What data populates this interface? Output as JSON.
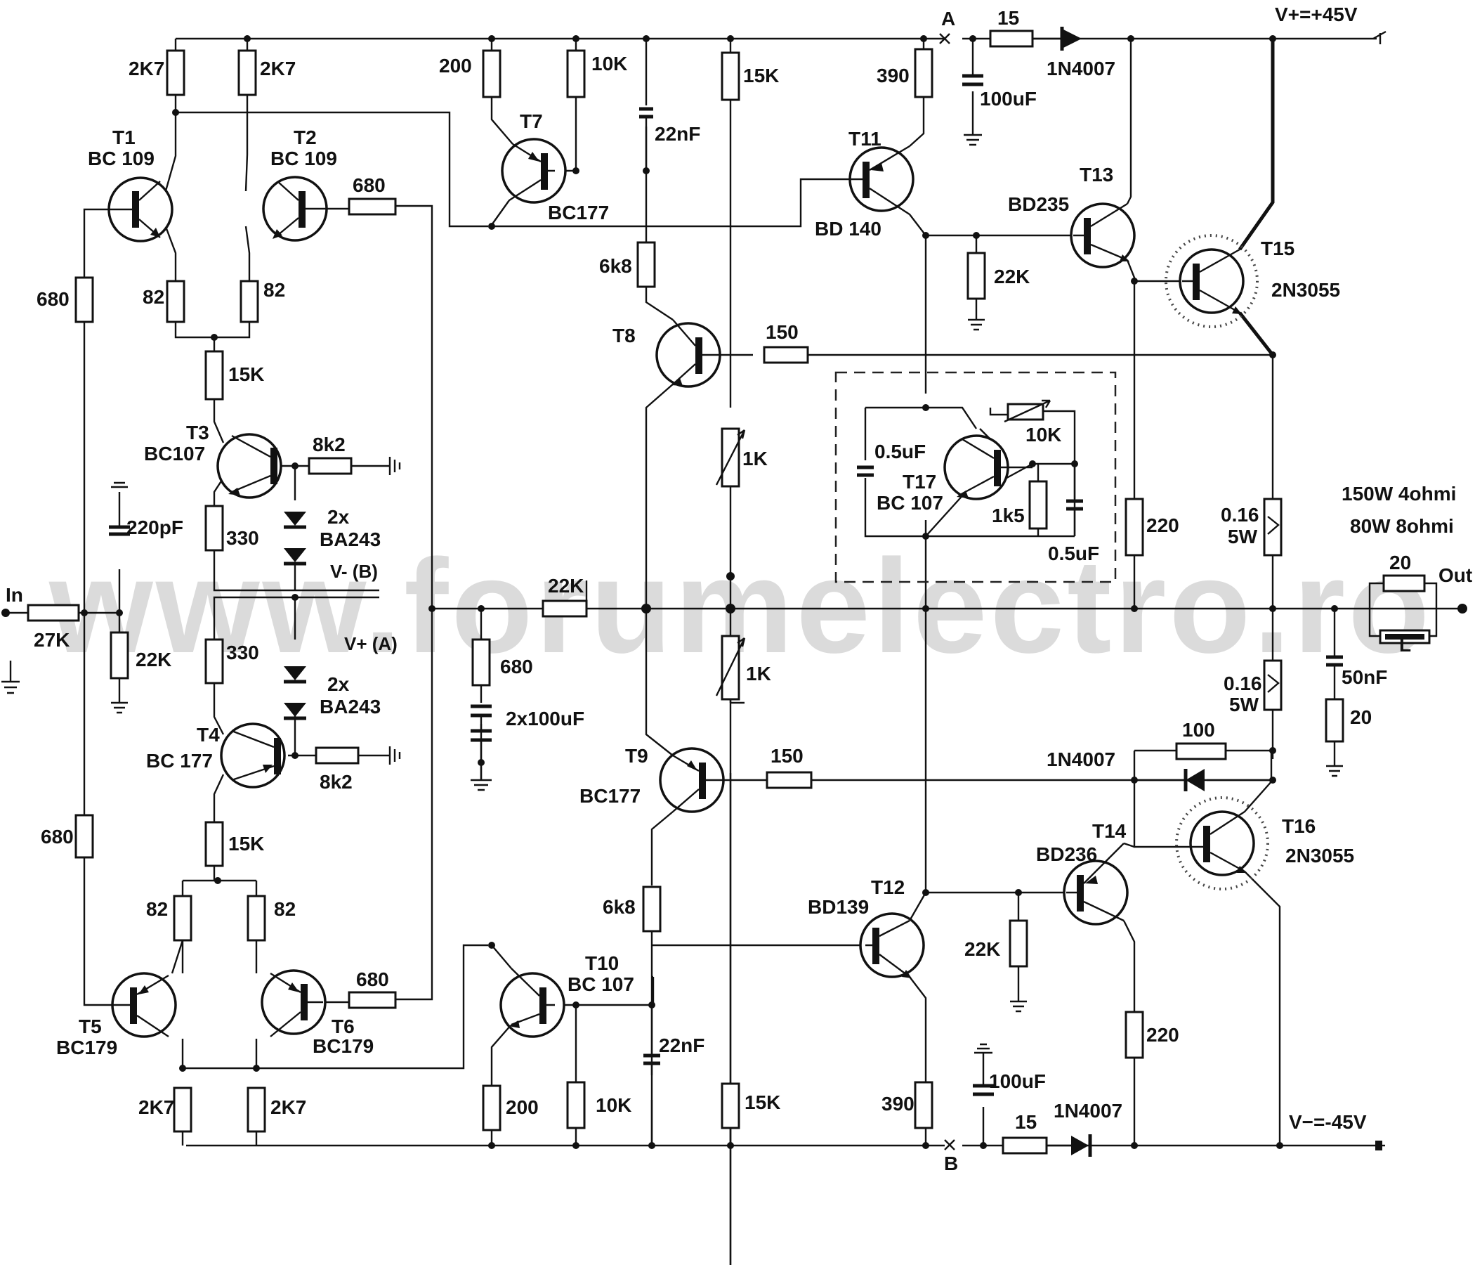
{
  "watermark": "www.forumelectro.ro",
  "rails": {
    "positive": "V+=+45V",
    "negative": "V−=-45V",
    "point_a": "A",
    "point_b": "B",
    "vminus_b": "V- (B)",
    "vplus_a": "V+ (A)"
  },
  "io": {
    "input": "In",
    "output": "Out",
    "power_line1": "150W 4ohmi",
    "power_line2": "80W 8ohmi"
  },
  "transistors": [
    {
      "ref": "T1",
      "part": "BC 109"
    },
    {
      "ref": "T2",
      "part": "BC 109"
    },
    {
      "ref": "T3",
      "part": "BC107"
    },
    {
      "ref": "T4",
      "part": "BC 177"
    },
    {
      "ref": "T5",
      "part": "BC179"
    },
    {
      "ref": "T6",
      "part": "BC179"
    },
    {
      "ref": "T7",
      "part": "BC177"
    },
    {
      "ref": "T8",
      "part": ""
    },
    {
      "ref": "T9",
      "part": "BC177"
    },
    {
      "ref": "T10",
      "part": "BC 107"
    },
    {
      "ref": "T11",
      "part": "BD 140"
    },
    {
      "ref": "T12",
      "part": "BD139"
    },
    {
      "ref": "T13",
      "part": "BD235"
    },
    {
      "ref": "T14",
      "part": "BD236"
    },
    {
      "ref": "T15",
      "part": "2N3055"
    },
    {
      "ref": "T16",
      "part": "2N3055"
    },
    {
      "ref": "T17",
      "part": "BC 107"
    }
  ],
  "component_values": {
    "r_2k7_a": "2K7",
    "r_2k7_b": "2K7",
    "r_2k7_c": "2K7",
    "r_2k7_d": "2K7",
    "r_680_a": "680",
    "r_680_b": "680",
    "r_680_c": "680",
    "r_680_d": "680",
    "r_680_e": "680",
    "r_82_a": "82",
    "r_82_b": "82",
    "r_82_c": "82",
    "r_82_d": "82",
    "r_15k_a": "15K",
    "r_15k_b": "15K",
    "r_15k_c": "15K",
    "r_15k_d": "15K",
    "r_8k2_a": "8k2",
    "r_8k2_b": "8k2",
    "r_330_a": "330",
    "r_330_b": "330",
    "d_ba243_count_a": "2x",
    "d_ba243_a": "BA243",
    "d_ba243_count_b": "2x",
    "d_ba243_b": "BA243",
    "c_220pf": "220pF",
    "r_27k": "27K",
    "r_22k_in": "22K",
    "r_22k_fb": "22K",
    "c_2x100uf": "2x100uF",
    "r_200_a": "200",
    "r_200_b": "200",
    "r_10k_a": "10K",
    "r_10k_b": "10K",
    "c_22nf_a": "22nF",
    "c_22nf_b": "22nF",
    "r_6k8_a": "6k8",
    "r_6k8_b": "6k8",
    "pot_1k_a": "1K",
    "pot_1k_b": "1K",
    "r_150_a": "150",
    "r_150_b": "150",
    "r_390_a": "390",
    "r_390_b": "390",
    "r_15_a": "15",
    "r_15_b": "15",
    "c_100uf_a": "100uF",
    "c_100uf_b": "100uF",
    "d_1n4007_a": "1N4007",
    "d_1n4007_b": "1N4007",
    "d_1n4007_c": "1N4007",
    "r_22k_a": "22K",
    "r_22k_b": "22K",
    "c_05uf_a": "0.5uF",
    "c_05uf_b": "0.5uF",
    "pot_10k": "10K",
    "r_1k5": "1k5",
    "r_220_a": "220",
    "r_220_b": "220",
    "r_016_a": "0.16",
    "r_016_a_w": "5W",
    "r_016_b": "0.16",
    "r_016_b_w": "5W",
    "r_100": "100",
    "r_20_out": "20",
    "inductor": "L",
    "c_50nf": "50nF",
    "r_20_zobel": "20"
  }
}
